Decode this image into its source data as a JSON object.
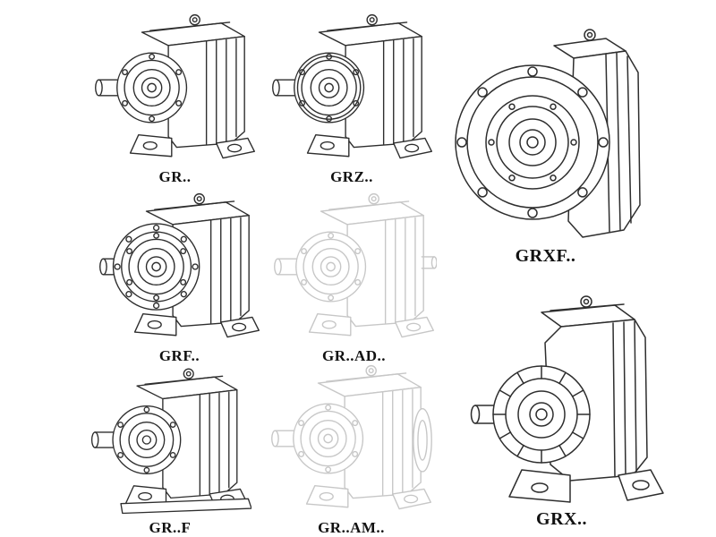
{
  "colors": {
    "background": "#ffffff",
    "line": "#2e2e2e",
    "ghost_line": "#c7c7c7",
    "label": "#111111"
  },
  "figures": [
    {
      "id": "gr",
      "label": "GR.."
    },
    {
      "id": "grz",
      "label": "GRZ.."
    },
    {
      "id": "grxf",
      "label": "GRXF.."
    },
    {
      "id": "grf",
      "label": "GRF.."
    },
    {
      "id": "gr-ad",
      "label": "GR..AD.."
    },
    {
      "id": "gr-f",
      "label": "GR..F"
    },
    {
      "id": "gr-am",
      "label": "GR..AM.."
    },
    {
      "id": "grx",
      "label": "GRX.."
    }
  ]
}
